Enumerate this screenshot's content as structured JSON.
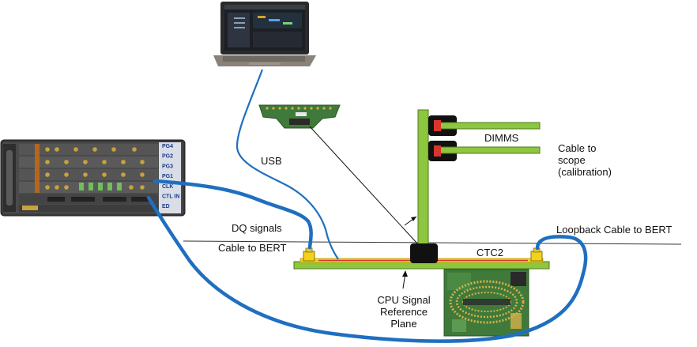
{
  "instrument": {
    "slots": [
      "PG4",
      "PG2",
      "PG3",
      "PG1",
      "CLK",
      "CTL IN",
      "ED"
    ]
  },
  "labels": {
    "usb": "USB",
    "dimms": "DIMMS",
    "cable_to_scope": [
      "Cable to",
      "scope",
      "(calibration)"
    ],
    "dq_signals": "DQ signals",
    "cable_to_bert": "Cable to BERT",
    "loopback": "Loopback Cable to BERT",
    "ctc2": "CTC2",
    "cpu_plane": [
      "CPU Signal",
      "Reference",
      "Plane"
    ]
  },
  "colors": {
    "cable_blue": "#1f6fc0",
    "board_green": "#8dc63f",
    "trace_yellow": "#f2d21a",
    "trace_red": "#d8362b",
    "pcb_green": "#3f7a3a"
  }
}
